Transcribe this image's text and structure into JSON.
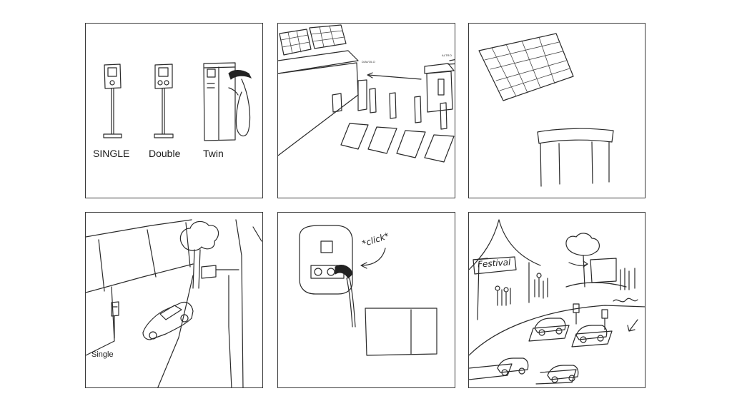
{
  "panels": {
    "chargers": {
      "labels": [
        "SINGLE",
        "Double",
        "Twin"
      ]
    },
    "solar_site": {
      "labels": [
        "DIAVOLO",
        "ALTRO"
      ]
    },
    "street": {
      "label": "Single"
    },
    "wallbox": {
      "sound": "*click*"
    },
    "festival": {
      "sign": "Festival"
    }
  }
}
